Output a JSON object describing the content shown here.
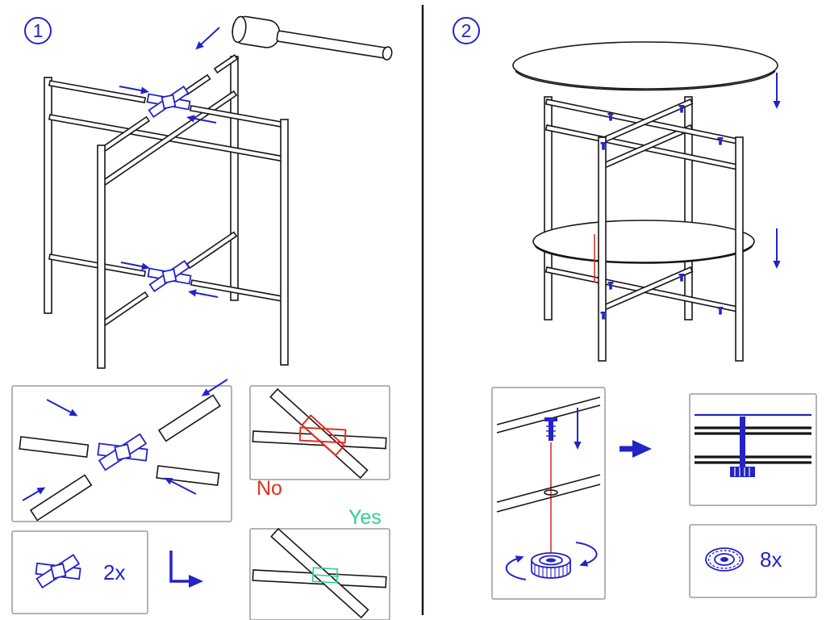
{
  "steps": {
    "one": {
      "number": "1"
    },
    "two": {
      "number": "2"
    }
  },
  "labels": {
    "wrong": "No",
    "correct": "Yes",
    "connector_quantity": "2x",
    "nut_quantity": "8x"
  },
  "icons": [
    "mallet-icon",
    "cross-connector-icon",
    "screw-icon",
    "thumb-nut-icon",
    "down-arrow-icon",
    "insert-arrow-icon",
    "rotate-arrow-icon",
    "corner-arrow-icon"
  ],
  "colors": {
    "accent_blue": "#2323c8",
    "error_red": "#e03022",
    "success_green": "#2ecf96",
    "line_ink": "#161616"
  }
}
